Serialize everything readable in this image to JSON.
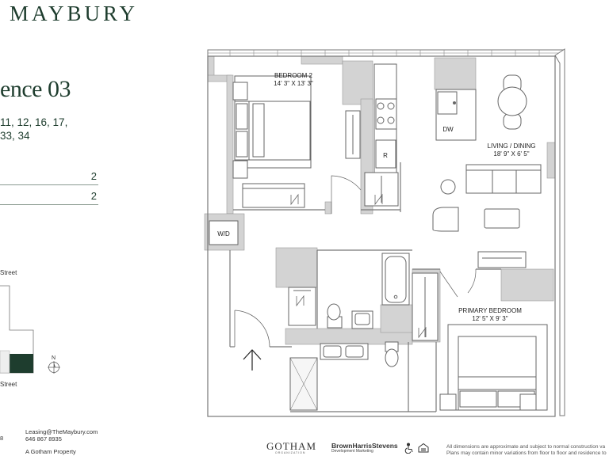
{
  "header": {
    "brand": "MAYBURY"
  },
  "unit": {
    "title": "ence 03",
    "floors_line1": "11, 12, 16, 17,",
    "floors_line2": "33, 34"
  },
  "stats": [
    {
      "value": "2"
    },
    {
      "value": "2"
    }
  ],
  "keyplan": {
    "street_top": "Street",
    "street_bottom": "Street",
    "north": "N"
  },
  "rooms": {
    "bedroom2_name": "BEDROOM 2",
    "bedroom2_dims": "14' 3\" X 13' 3\"",
    "living_name": "LIVING / DINING",
    "living_dims": "18' 9\" X 6' 5\"",
    "primary_name": "PRIMARY BEDROOM",
    "primary_dims": "12' 5\" X 9' 3\"",
    "washer_dryer": "W/D",
    "dishwasher": "DW",
    "fridge": "R"
  },
  "contact": {
    "email": "Leasing@TheMaybury.com",
    "phone": "646 867 8935",
    "tagline": "A Gotham Property",
    "edge_digit": "8"
  },
  "logos": {
    "gotham": "GOTHAM",
    "gotham_sub": "ORGANIZATION",
    "bhs": "BrownHarrisStevens",
    "bhs_sub": "Development Marketing",
    "accessibility_icon": "wheelchair-icon",
    "equal_housing_icon": "equal-housing-icon"
  },
  "disclaimer": {
    "line1": "All dimensions are approximate and subject to normal construction va",
    "line2": "Plans may contain minor variations from floor to floor and residence to"
  },
  "colors": {
    "brand_green": "#1e3d2e",
    "wall_gray": "#d3d3d3",
    "line": "#777777"
  }
}
